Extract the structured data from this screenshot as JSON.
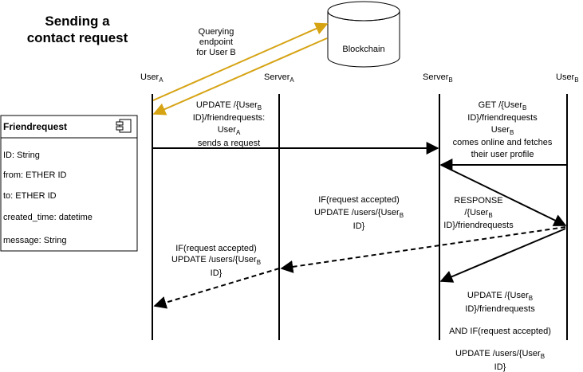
{
  "title": {
    "line1": "Sending a",
    "line2": "contact request"
  },
  "blockchain": {
    "label": "Blockchain"
  },
  "query_note": {
    "line1": "Querying",
    "line2": "endpoint",
    "line3": "for User B"
  },
  "lifelines": {
    "user_a": {
      "base": "User",
      "sub": "A"
    },
    "server_a": {
      "base": "Server",
      "sub": "A"
    },
    "server_b": {
      "base": "Server",
      "sub": "B"
    },
    "user_b": {
      "base": "User",
      "sub": "B"
    }
  },
  "entity": {
    "title": "Friendrequest",
    "fields": [
      "ID: String",
      "from: ETHER ID",
      "to: ETHER ID",
      "created_time: datetime",
      "message: String"
    ]
  },
  "messages": {
    "send_request": {
      "l1_base": "UPDATE /{User",
      "l1_sub": "B",
      "l2": "ID}/friendrequests:",
      "l3_base": "User",
      "l3_sub": "A",
      "l4": "sends a request"
    },
    "get_requests": {
      "l1_base": "GET /{User",
      "l1_sub": "B",
      "l2": "ID}/friendrequests",
      "l3_base": "User",
      "l3_sub": "B",
      "l4": "comes online and fetches",
      "l5": "their user profile"
    },
    "if_accepted_mid": {
      "l1": "IF(request accepted)",
      "l2_base": "UPDATE /users/{User",
      "l2_sub": "B",
      "l3": "ID}"
    },
    "response": {
      "l1": "RESPONSE",
      "l2_base": "/{User",
      "l2_sub": "B",
      "l3": "ID}/friendrequests"
    },
    "if_accepted_left": {
      "l1": "IF(request accepted)",
      "l2_base": "UPDATE /users/{User",
      "l2_sub": "B",
      "l3": "ID}"
    },
    "update_bottom": {
      "l1_base": "UPDATE /{User",
      "l1_sub": "B",
      "l2": "ID}/friendrequests",
      "l3": "AND IF(request accepted)",
      "l4_base": "UPDATE /users/{User",
      "l4_sub": "B",
      "l5": "ID}"
    }
  },
  "colors": {
    "query_arrow": "#D6A313",
    "blockchain_stroke": "#000000",
    "lines": "#000000"
  }
}
